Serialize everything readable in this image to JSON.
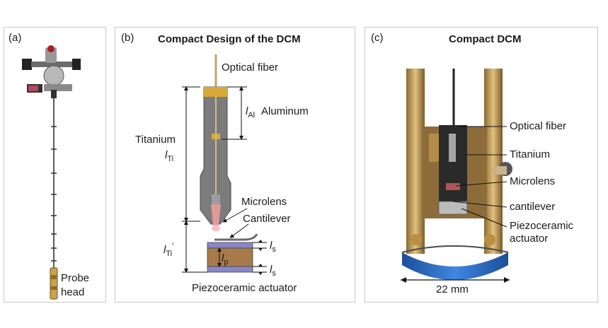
{
  "panel_a": {
    "label": "(a)",
    "probe_head_label_1": "Probe",
    "probe_head_label_2": "head"
  },
  "panel_b": {
    "label": "(b)",
    "title": "Compact Design of the DCM",
    "optical_fiber": "Optical fiber",
    "aluminum": "Aluminum",
    "l_al": "l",
    "l_al_sub": "Al",
    "titanium": "Titanium",
    "l_ti": "l",
    "l_ti_sub": "Ti",
    "l_ti_prime": "l",
    "l_ti_prime_sub": "Ti",
    "prime": "′",
    "microlens": "Microlens",
    "cantilever": "Cantilever",
    "l_s": "l",
    "l_s_sub": "s",
    "l_p": "l",
    "l_p_sub": "p",
    "piezo": "Piezoceramic actuator"
  },
  "panel_c": {
    "label": "(c)",
    "title": "Compact DCM",
    "optical_fiber": "Optical fiber",
    "titanium": "Titanium",
    "microlens": "Microlens",
    "cantilever": "cantilever",
    "piezo_1": "Piezoceramic",
    "piezo_2": "actuator",
    "scale": "22 mm"
  },
  "colors": {
    "gold": "#d9a93a",
    "gray_body": "#7c7c7c",
    "piezo_brown": "#a87a4a",
    "piezo_blue": "#8a86c9",
    "blue_base": "#2f6fc9",
    "brass": "#c79a52"
  }
}
